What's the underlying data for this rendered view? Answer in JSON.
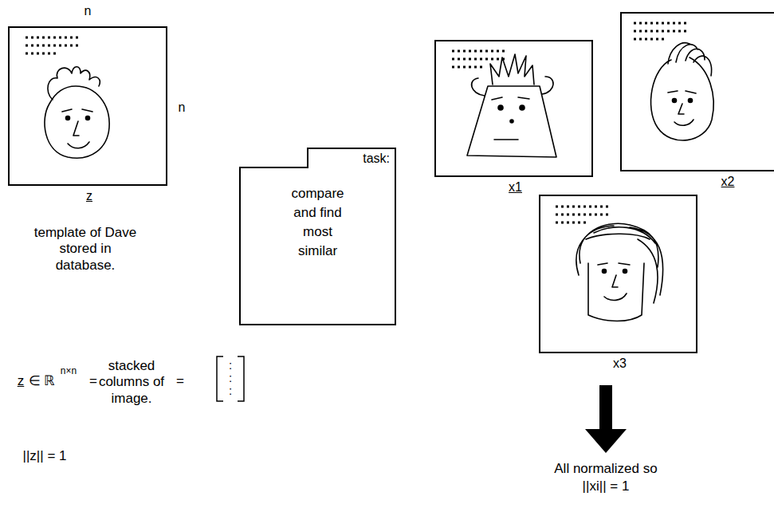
{
  "diagram": {
    "nodes": [
      {
        "text": [
          "z"
        ]
      },
      {
        "text": [
          "task:",
          "compare and find most similar"
        ]
      },
      {
        "text": [
          "x1"
        ]
      },
      {
        "text": [
          "x2"
        ]
      },
      {
        "text": [
          "x3"
        ]
      }
    ],
    "labels": [
      "n",
      "n",
      "template of Dave stored in database.",
      "z",
      "∈ ℝ",
      "n×n",
      "=",
      "stacked columns of image.",
      "=",
      ":",
      ":",
      ":",
      "||z|| = 1",
      "All normalized so",
      "||xi|| = 1"
    ]
  }
}
